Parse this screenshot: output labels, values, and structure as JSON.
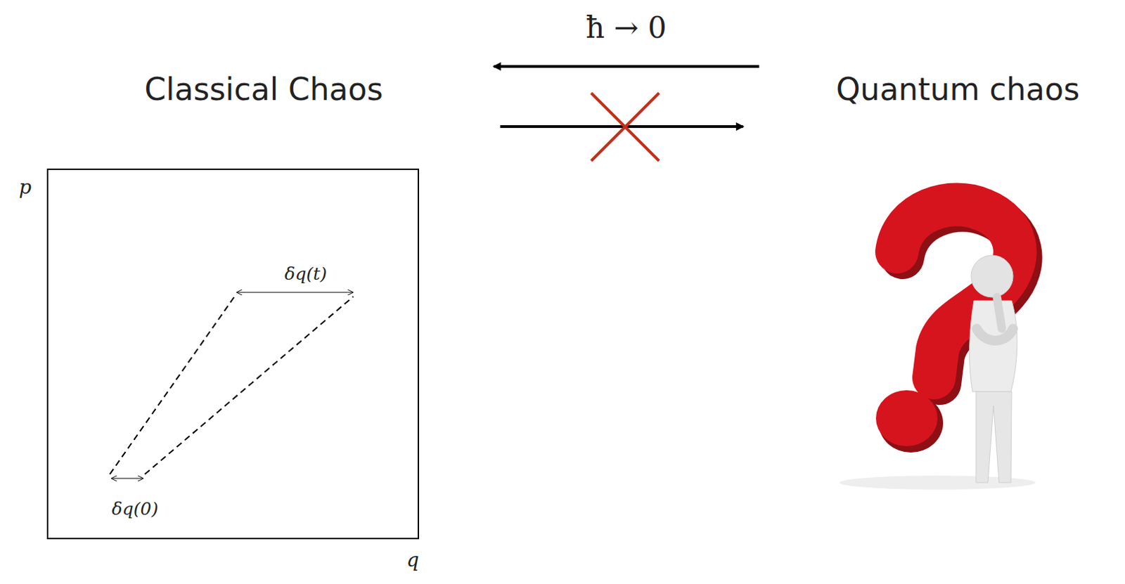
{
  "diagram": {
    "labels": [
      "ħ → 0",
      "Classical Chaos",
      "Quantum chaos",
      "p",
      "q",
      "δq(t)",
      "δq(0)"
    ]
  }
}
